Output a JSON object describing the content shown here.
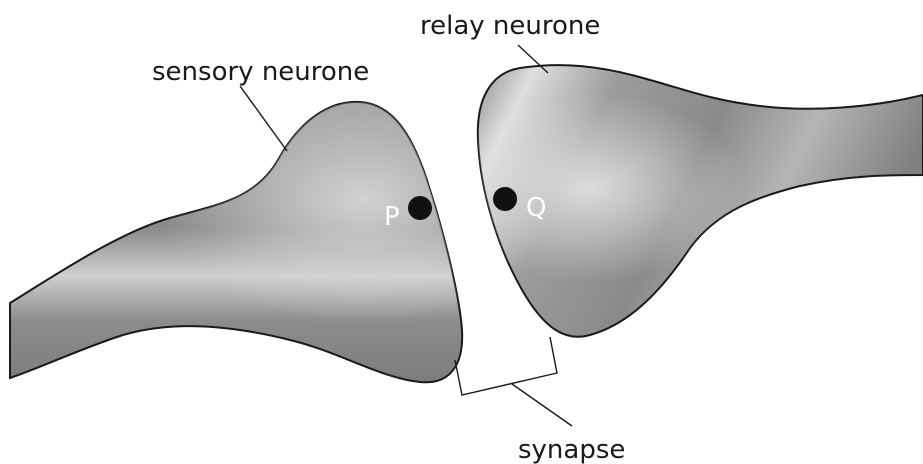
{
  "labels": {
    "sensory_neurone": "sensory neurone",
    "relay_neurone": "relay neurone",
    "synapse": "synapse"
  },
  "points": {
    "p": "P",
    "q": "Q"
  },
  "colors": {
    "neurone_fill_dark": "#8e8e8e",
    "neurone_fill_light": "#e6e6e6",
    "outline": "#1a1a1a",
    "point_marker": "#111111",
    "background": "#ffffff"
  }
}
